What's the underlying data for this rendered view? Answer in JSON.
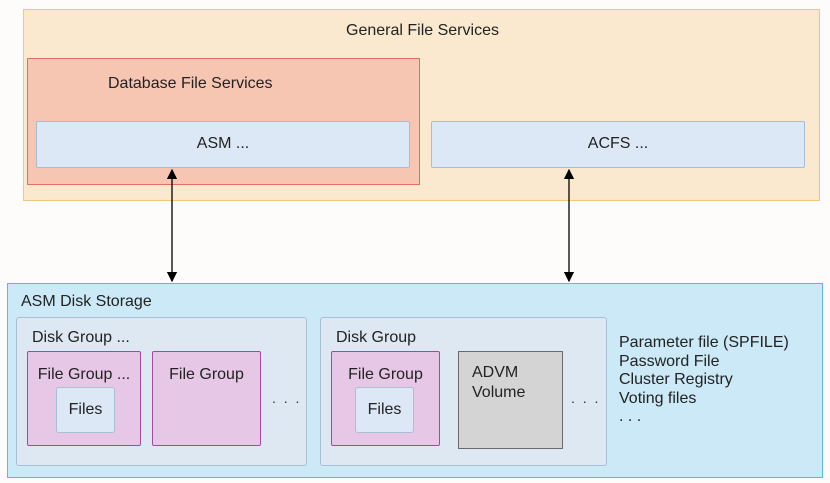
{
  "general_file_services": {
    "title": "General File Services"
  },
  "database_file_services": {
    "title": "Database File Services"
  },
  "asm": {
    "label": "ASM ..."
  },
  "acfs": {
    "label": "ACFS ..."
  },
  "asm_disk_storage": {
    "title": "ASM Disk Storage",
    "disk_group_1": {
      "title": "Disk Group ...",
      "file_group_1": {
        "title": "File Group ...",
        "files": "Files"
      },
      "file_group_2": {
        "title": "File Group"
      },
      "ellipsis": ". . ."
    },
    "disk_group_2": {
      "title": "Disk Group",
      "file_group": {
        "title": "File Group",
        "files": "Files"
      },
      "advm": {
        "title": "ADVM\nVolume"
      },
      "ellipsis": ". . ."
    },
    "stored_files": [
      "Parameter file (SPFILE)",
      "Password File",
      "Cluster Registry",
      "Voting files",
      ". . ."
    ]
  },
  "colors": {
    "general_fill": "#fbe9cf",
    "database_fill": "#f6c6b3",
    "storage_fill": "#cbe9f6",
    "file_group_fill": "#e6c8e6",
    "advm_fill": "#d4d4d4"
  }
}
